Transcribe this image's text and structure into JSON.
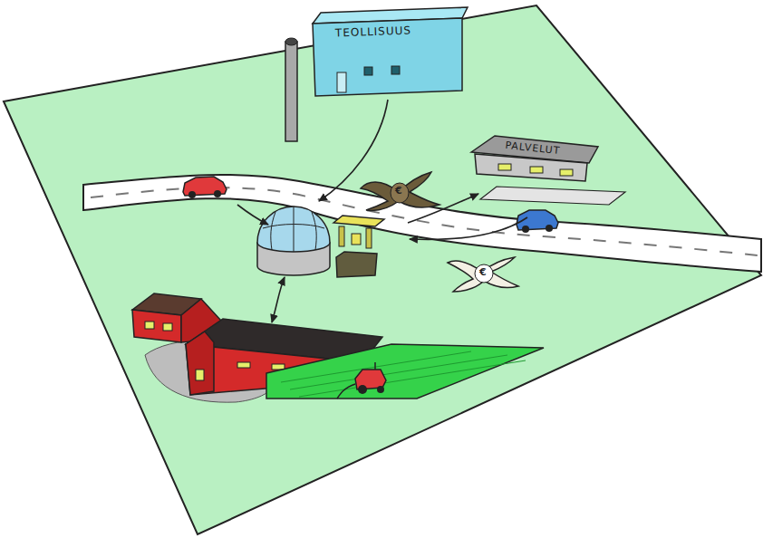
{
  "diagram": {
    "nodes": [
      {
        "text": [
          "TEOLLISUUS"
        ]
      },
      {
        "text": [
          "PALVELUT"
        ]
      }
    ],
    "labels": [
      "€",
      "€"
    ]
  }
}
